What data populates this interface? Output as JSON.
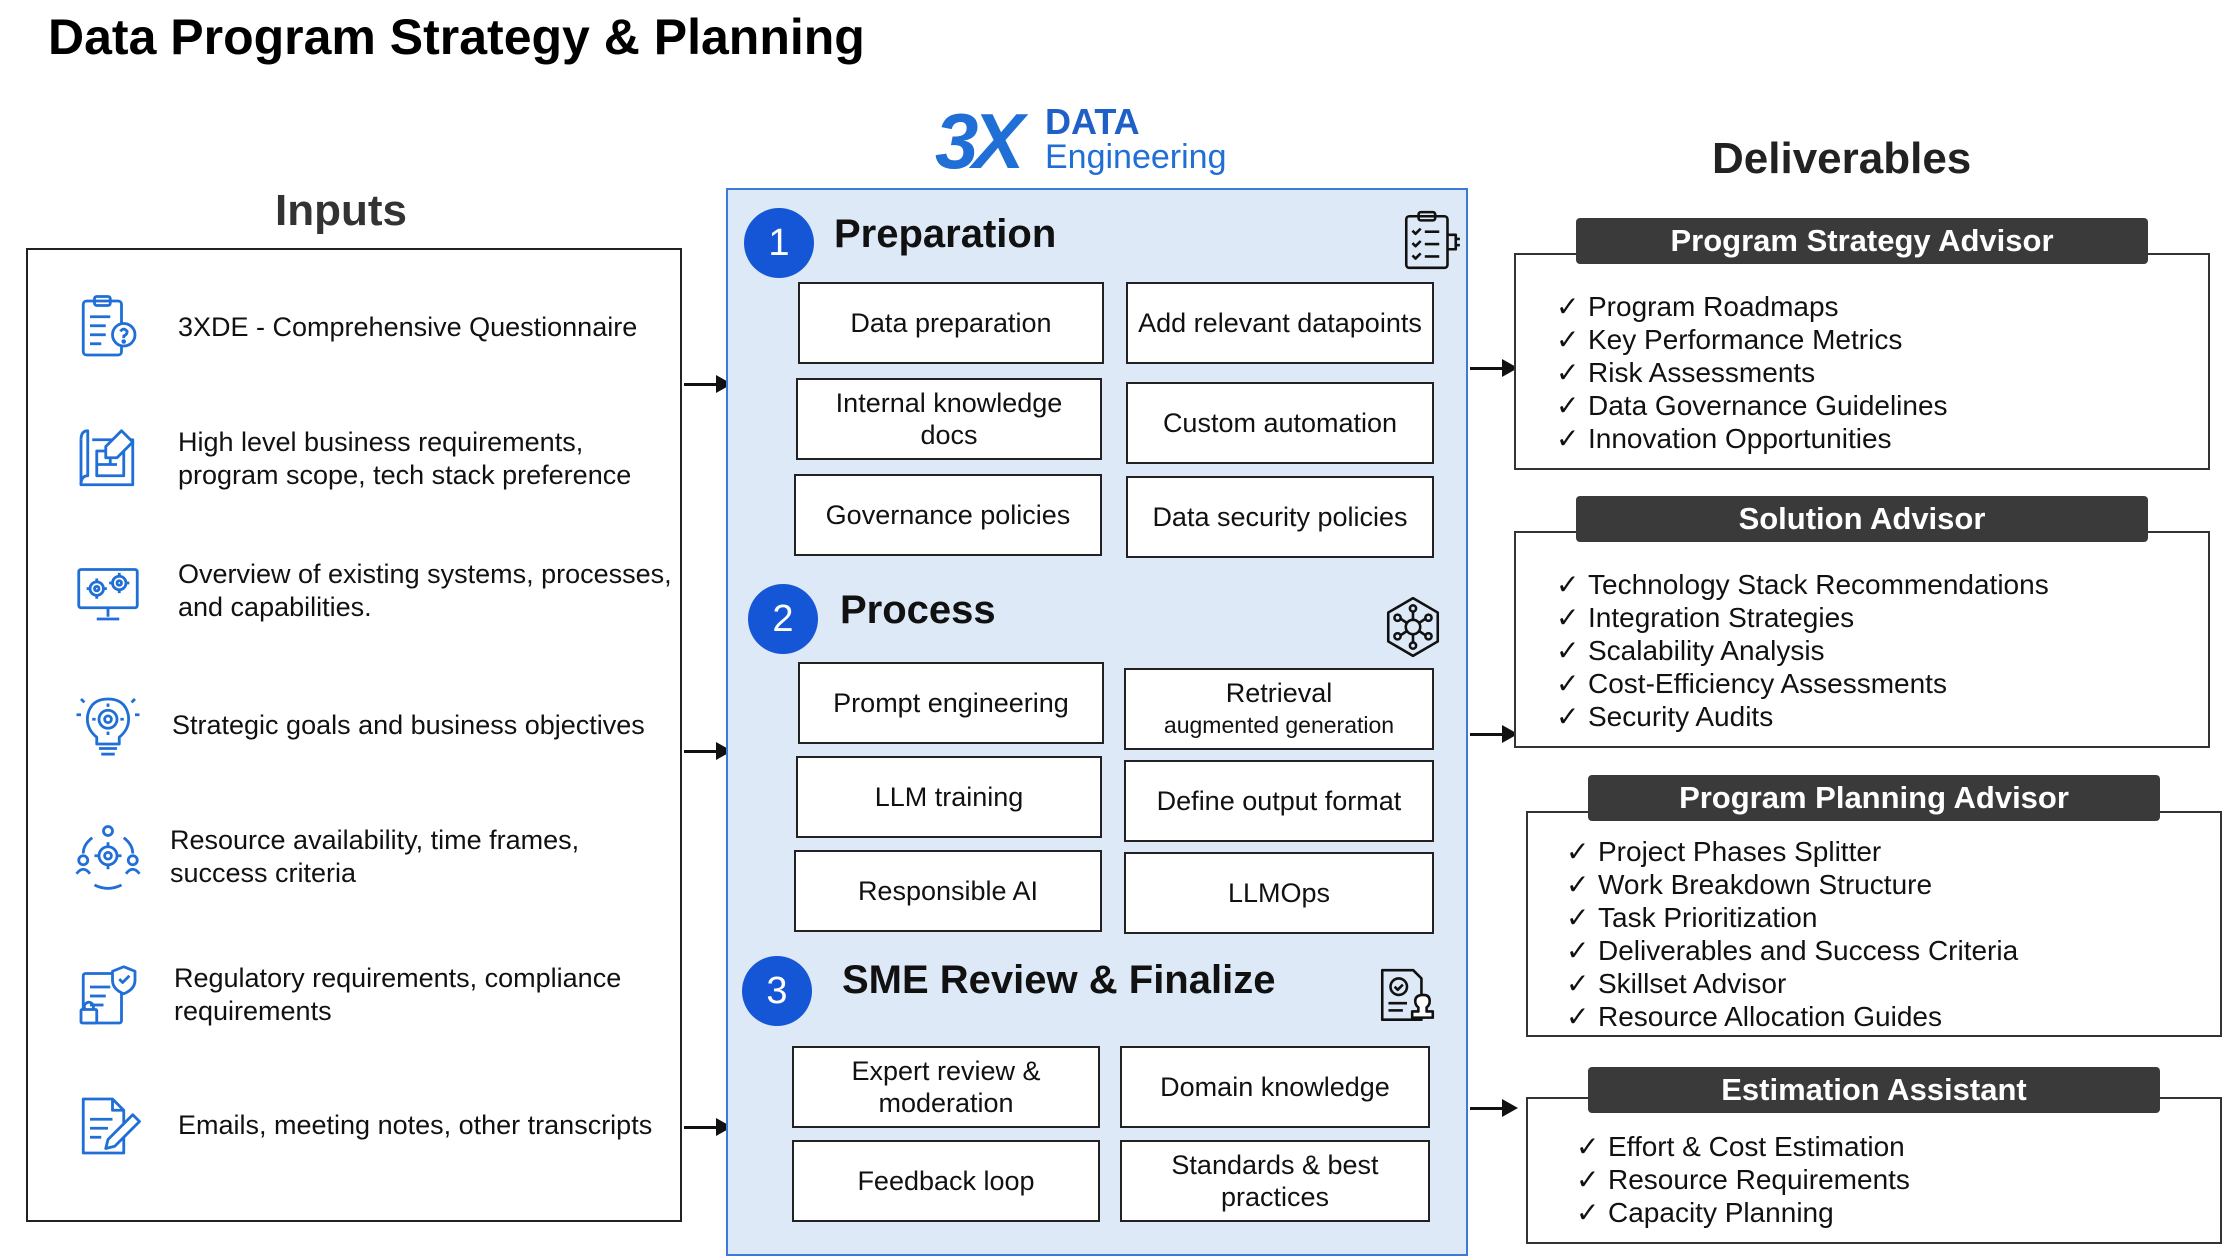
{
  "title": "Data Program Strategy & Planning",
  "logo": {
    "mark": "3X",
    "line1": "DATA",
    "line2": "Engineering"
  },
  "inputs": {
    "heading": "Inputs",
    "items": [
      {
        "icon": "questionnaire-icon",
        "text": "3XDE - Comprehensive Questionnaire"
      },
      {
        "icon": "blueprint-icon",
        "text": "High level business requirements, program scope, tech stack preference"
      },
      {
        "icon": "monitor-gears-icon",
        "text": "Overview of existing systems, processes, and capabilities."
      },
      {
        "icon": "lightbulb-gear-icon",
        "text": "Strategic goals and business objectives"
      },
      {
        "icon": "team-gear-icon",
        "text": "Resource availability, time frames, success criteria"
      },
      {
        "icon": "compliance-document-icon",
        "text": "Regulatory requirements, compliance requirements"
      },
      {
        "icon": "document-pen-icon",
        "text": "Emails, meeting notes, other transcripts"
      }
    ]
  },
  "steps": [
    {
      "number": "1",
      "title": "Preparation",
      "icon": "checklist-icon",
      "boxes": [
        "Data preparation",
        "Add relevant datapoints",
        "Internal knowledge docs",
        "Custom automation",
        "Governance policies",
        "Data security policies"
      ]
    },
    {
      "number": "2",
      "title": "Process",
      "icon": "network-icon",
      "boxes": [
        "Prompt engineering",
        "Retrieval",
        "augmented generation",
        "LLM training",
        "Define output format",
        "Responsible AI",
        "LLMOps"
      ]
    },
    {
      "number": "3",
      "title": "SME Review & Finalize",
      "icon": "approval-stamp-icon",
      "boxes": [
        "Expert review & moderation",
        "Domain knowledge",
        "Feedback loop",
        "Standards & best practices"
      ]
    }
  ],
  "deliverables": {
    "heading": "Deliverables",
    "check": "✓",
    "groups": [
      {
        "title": "Program Strategy Advisor",
        "items": [
          "Program Roadmaps",
          "Key Performance Metrics",
          "Risk Assessments",
          "Data Governance Guidelines",
          "Innovation Opportunities"
        ]
      },
      {
        "title": "Solution Advisor",
        "items": [
          "Technology Stack Recommendations",
          "Integration Strategies",
          "Scalability Analysis",
          "Cost-Efficiency Assessments",
          "Security Audits"
        ]
      },
      {
        "title": "Program Planning Advisor",
        "items": [
          "Project Phases Splitter",
          "Work Breakdown Structure",
          "Task Prioritization",
          "Deliverables and Success Criteria",
          "Skillset Advisor",
          "Resource Allocation Guides"
        ]
      },
      {
        "title": "Estimation Assistant",
        "items": [
          "Effort & Cost Estimation",
          "Resource Requirements",
          "Capacity Planning"
        ]
      }
    ]
  },
  "colors": {
    "accent": "#1556d6",
    "panel": "#dde9f7",
    "header": "#3a3a3a",
    "icon": "#1f6fd6"
  }
}
